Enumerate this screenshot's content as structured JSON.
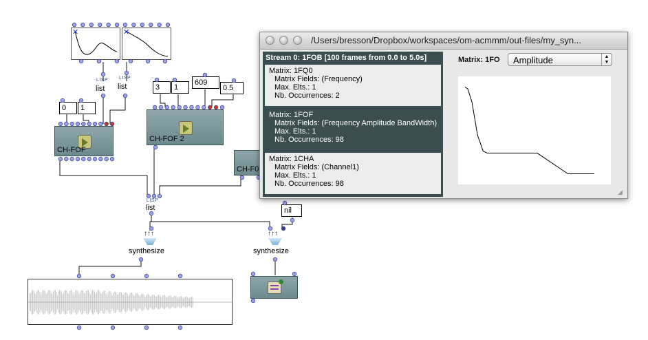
{
  "patch": {
    "num_boxes": [
      "0",
      "1",
      "3",
      "1",
      "609",
      "0.5"
    ],
    "lisp_tag": "LISP",
    "list_label": "list",
    "chfof_1": "CH-FOF",
    "chfof_2": "CH-FOF 2",
    "chfof_3": "CH-F0",
    "nil_box": "nil",
    "synth_label": "synthesize",
    "arrows": "↑↑↑"
  },
  "window": {
    "title": "/Users/bresson/Dropbox/workspaces/om-acmmm/out-files/my_syn...",
    "stream_header": "Stream 0: 1FOB [100 frames from 0.0 to 5.0s]",
    "matrices": [
      {
        "name": "Matrix: 1FQ0",
        "fields": "Matrix Fields: (Frequency)",
        "max": "Max. Elts.: 1",
        "occ": "Nb. Occurrences: 2"
      },
      {
        "name": "Matrix: 1FOF",
        "fields": "Matrix Fields: (Frequency Amplitude BandWidth)",
        "max": "Max. Elts.: 1",
        "occ": "Nb. Occurrences: 98"
      },
      {
        "name": "Matrix: 1CHA",
        "fields": "Matrix Fields: (Channel1)",
        "max": "Max. Elts.: 1",
        "occ": "Nb. Occurrences: 98"
      }
    ],
    "matrix_label": "Matrix: 1FO",
    "field_select": "Amplitude"
  },
  "amplitude_curve": [
    [
      0,
      0.04
    ],
    [
      0.02,
      0.06
    ],
    [
      0.05,
      0.2
    ],
    [
      0.09,
      0.55
    ],
    [
      0.13,
      0.72
    ],
    [
      0.16,
      0.74
    ],
    [
      0.52,
      0.74
    ],
    [
      0.7,
      0.92
    ],
    [
      0.74,
      0.96
    ],
    [
      0.93,
      0.96
    ]
  ]
}
